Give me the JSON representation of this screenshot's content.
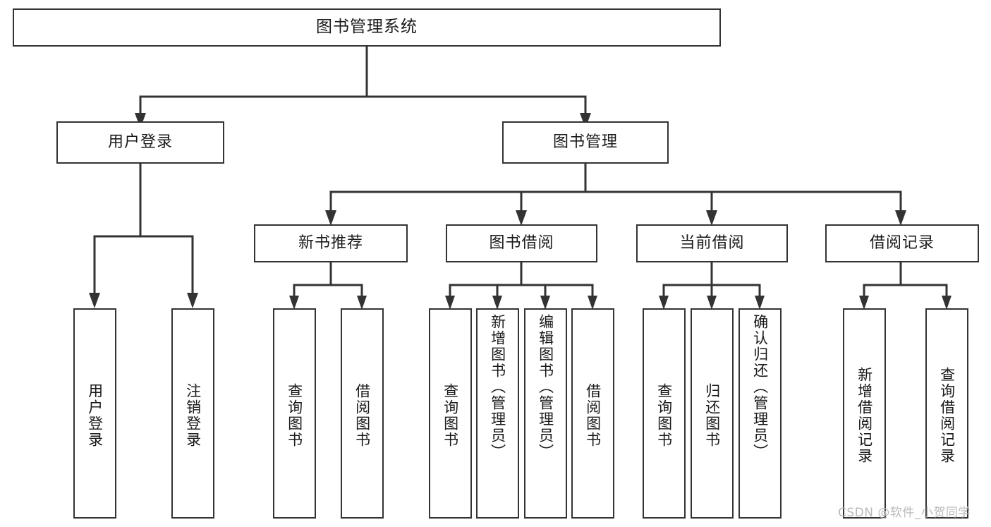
{
  "diagram": {
    "title": "图书管理系统",
    "type": "tree-hierarchy",
    "colors": {
      "background": "#ffffff",
      "node_border": "#333333",
      "node_fill": "#ffffff",
      "edge": "#333333",
      "text": "#1a1a1a",
      "watermark": "#b9b9b9"
    },
    "root": {
      "label": "图书管理系统"
    },
    "level2": [
      {
        "label": "用户登录"
      },
      {
        "label": "图书管理"
      }
    ],
    "level3": [
      {
        "label": "新书推荐"
      },
      {
        "label": "图书借阅"
      },
      {
        "label": "当前借阅"
      },
      {
        "label": "借阅记录"
      }
    ],
    "leaves": {
      "user_login": [
        {
          "label": "用户登录"
        },
        {
          "label": "注销登录"
        }
      ],
      "new_book_recommend": [
        {
          "label": "查询图书"
        },
        {
          "label": "借阅图书"
        }
      ],
      "book_borrow": [
        {
          "label": "查询图书"
        },
        {
          "label": "新增图书（管理员）"
        },
        {
          "label": "编辑图书（管理员）"
        },
        {
          "label": "借阅图书"
        }
      ],
      "current_borrow": [
        {
          "label": "查询图书"
        },
        {
          "label": "归还图书"
        },
        {
          "label": "确认归还（管理员）"
        }
      ],
      "borrow_record": [
        {
          "label": "新增借阅记录"
        },
        {
          "label": "查询借阅记录"
        }
      ]
    },
    "watermark": "CSDN @软件_小贺同学"
  }
}
